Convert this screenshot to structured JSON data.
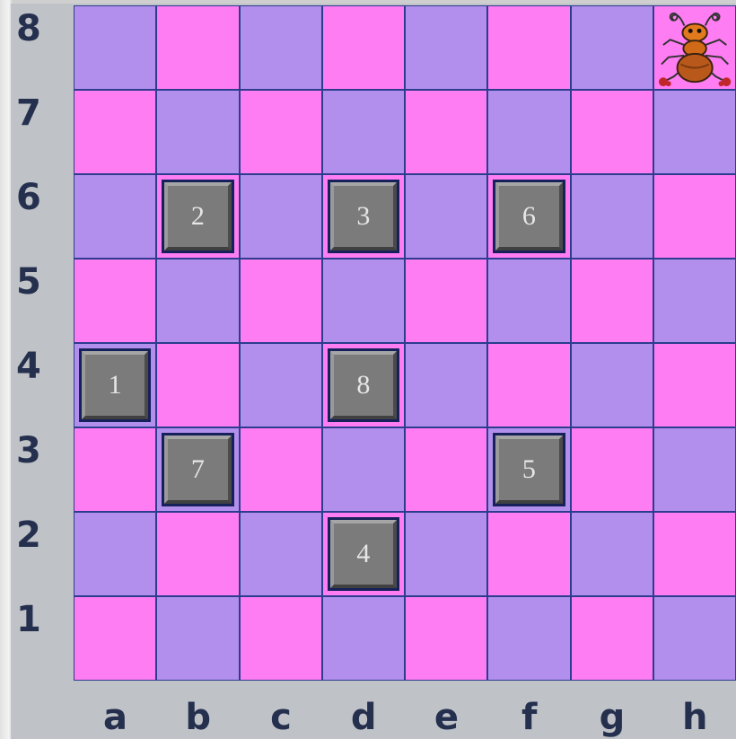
{
  "board": {
    "ranks": [
      "8",
      "7",
      "6",
      "5",
      "4",
      "3",
      "2",
      "1"
    ],
    "files": [
      "a",
      "b",
      "c",
      "d",
      "e",
      "f",
      "g",
      "h"
    ],
    "light_color": "#b38fed",
    "dark_color": "#ff7df2",
    "line_color": "#1f2b78",
    "tiles": [
      {
        "square": "a4",
        "label": "1"
      },
      {
        "square": "b6",
        "label": "2"
      },
      {
        "square": "d6",
        "label": "3"
      },
      {
        "square": "d2",
        "label": "4"
      },
      {
        "square": "f3",
        "label": "5"
      },
      {
        "square": "f6",
        "label": "6"
      },
      {
        "square": "b3",
        "label": "7"
      },
      {
        "square": "d4",
        "label": "8"
      }
    ],
    "piece": {
      "square": "h8",
      "icon": "ant-icon"
    }
  }
}
